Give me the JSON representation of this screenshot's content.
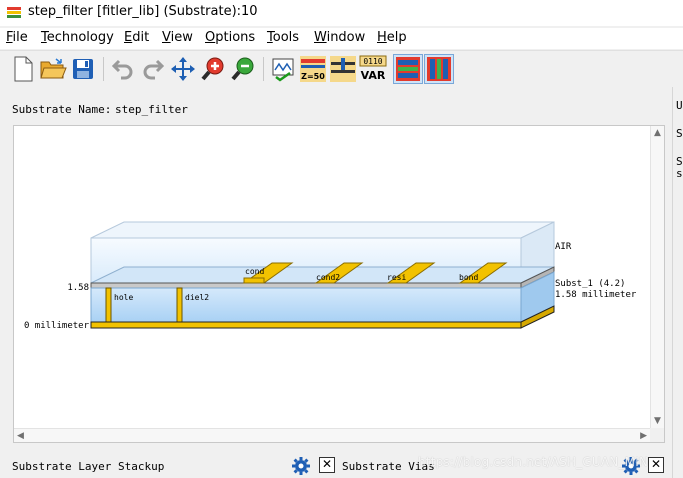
{
  "window": {
    "title": "step_filter [fitler_lib] (Substrate):10"
  },
  "menu": [
    {
      "mnemonic": "F",
      "rest": "ile"
    },
    {
      "mnemonic": "T",
      "rest": "echnology"
    },
    {
      "mnemonic": "E",
      "rest": "dit"
    },
    {
      "mnemonic": "V",
      "rest": "iew"
    },
    {
      "mnemonic": "O",
      "rest": "ptions"
    },
    {
      "mnemonic": "T",
      "rest": "ools"
    },
    {
      "mnemonic": "W",
      "rest": "indow"
    },
    {
      "mnemonic": "H",
      "rest": "elp"
    }
  ],
  "toolbar": {
    "icons": [
      "new-file-icon",
      "open-folder-icon",
      "save-icon",
      "undo-icon",
      "redo-icon",
      "move-icon",
      "zoom-in-icon",
      "zoom-out-icon",
      "schematic-icon",
      "impedance-icon",
      "gap-icon",
      "variable-icon",
      "horizontal-layers-icon",
      "vertical-layers-icon"
    ],
    "impedance_label": "Z=50",
    "var_label": "VAR",
    "var_bits": "0110"
  },
  "substrate": {
    "name_label": "Substrate Name:",
    "name_value": "step_filter"
  },
  "stackup": {
    "air_label": "AIR",
    "subst_label": "Subst_1 (4.2)",
    "subst_thickness": "1.58 millimeter",
    "top_value": "1.58",
    "bottom_value": "0 millimeter",
    "conductors": [
      "cond",
      "cond2",
      "resi",
      "bond"
    ],
    "vias": [
      "hole",
      "diel2"
    ]
  },
  "bottom": {
    "stackup_label": "Substrate Layer Stackup",
    "vias_label": "Substrate Vias",
    "close_glyph": "✕"
  },
  "right_panel": {
    "chars": [
      "U",
      "S",
      "S",
      "s"
    ]
  },
  "watermark": "https://blog.csdn.net/ASH_GUAN_MIN",
  "colors": {
    "accent": "#0078d7",
    "conductor": "#f2c200",
    "substrate": "#bcdcf6",
    "air": "#eef6fd"
  }
}
